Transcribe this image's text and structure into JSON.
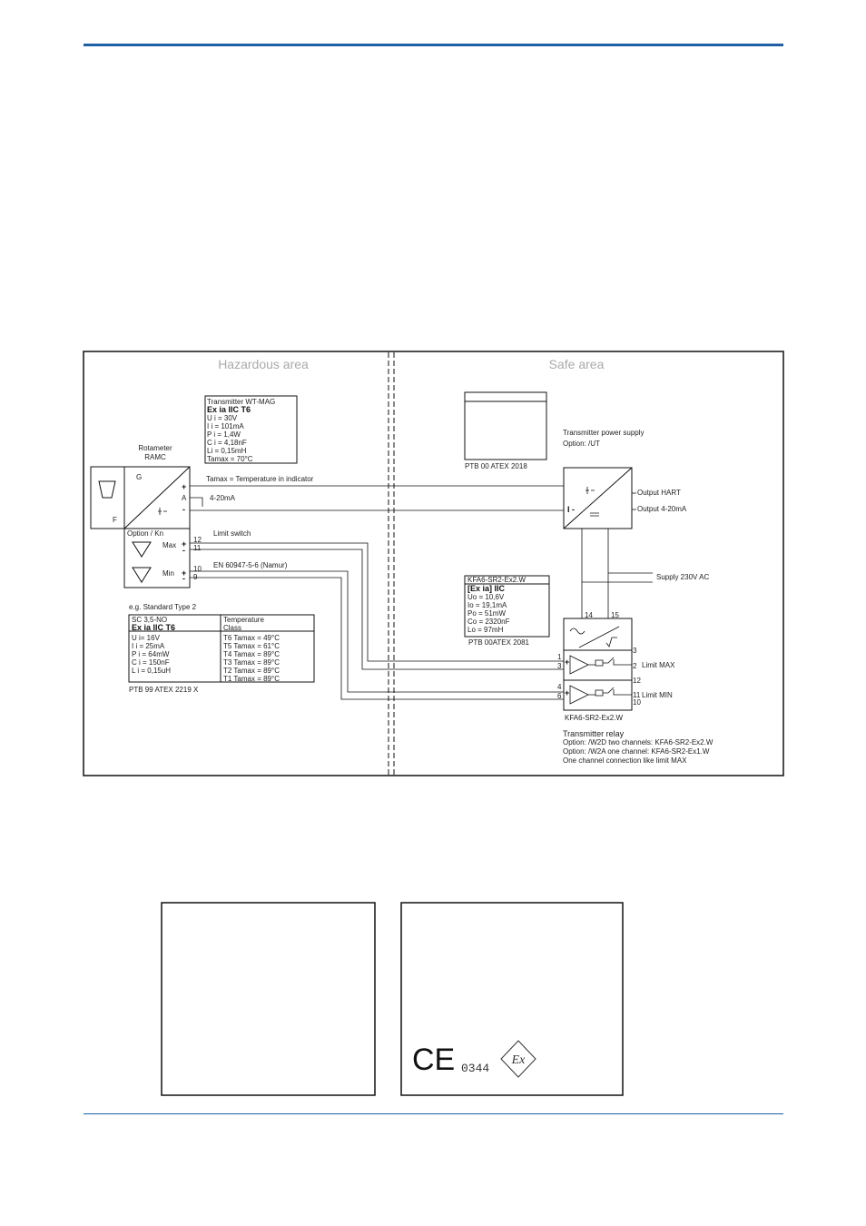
{
  "diagram": {
    "hazardous_area": "Hazardous area",
    "safe_area": "Safe area",
    "transmitter_box": [
      "Transmitter WT-MAG",
      "Ex  ia IIC T6",
      "U i = 30V",
      "I i = 101mA",
      "P i = 1,4W",
      "C i = 4,18nF",
      "Li = 0,15mH",
      "Tamax  = 70°C"
    ],
    "rotameter_label": [
      "Rotameter",
      "RAMC"
    ],
    "rotameter_g": "G",
    "rotameter_f": "F",
    "terminal_plus": "+",
    "terminal_a": "A",
    "terminal_minus": "-",
    "tamax_line": "Tamax = Temperature in indicator",
    "current_line": "4-20mA",
    "option_kn": "Option / Kn",
    "max_label": "Max",
    "min_label": "Min",
    "limit_switch": "Limit switch",
    "namur_line": "EN 60947-5-6 (Namur)",
    "switch_terminals": [
      "12",
      "11",
      "10",
      "9"
    ],
    "standard_type": "e.g. Standard Type 2",
    "sc_box": [
      "SC 3,5-NO",
      "Ex  ia IIC T6",
      "U i= 16V",
      "I i = 25mA",
      "P i = 64mW",
      "C i = 150nF",
      "L i = 0,15uH"
    ],
    "sc_ptb": "PTB 99 ATEX 2219 X",
    "temp_class_header": [
      "Temperature",
      "Class"
    ],
    "temp_classes": [
      "T6  Tamax =  49°C",
      "T5  Tamax =  61°C",
      "T4  Tamax =  89°C",
      "T3  Tamax =  89°C",
      "T2  Tamax =  89°C",
      "T1  Tamax =  89°C"
    ],
    "ptb_power": "PTB 00 ATEX 2018",
    "power_supply": [
      "Transmitter power supply",
      "Option: /UT"
    ],
    "power_symbol_i": "I -",
    "output_hart": "Output HART",
    "output_420": "Output 4-20mA",
    "supply": "Supply 230V AC",
    "kfa_box": [
      "KFA6-SR2-Ex2.W",
      "[Ex ia] IIC",
      "Uo = 10,6V",
      "Io = 19,1mA",
      "Po = 51mW",
      "Co = 2320nF",
      "Lo = 97mH"
    ],
    "kfa_ptb": "PTB 00ATEX 2081",
    "relay_terminals_top": [
      "14",
      "15"
    ],
    "relay_left_terminals": [
      "1",
      "3",
      "4",
      "6"
    ],
    "relay_right_terminals": [
      "3",
      "2",
      "12",
      "11",
      "10"
    ],
    "limit_max": "Limit MAX",
    "limit_min": "Limit MIN",
    "relay_model": "KFA6-SR2-Ex2.W",
    "relay_text": [
      "Transmitter relay",
      "Option:  /W2D two channels: KFA6-SR2-Ex2.W",
      "Option:  /W2A one channel: KFA6-SR2-Ex1.W",
      "One channel connection like limit MAX"
    ],
    "ce_mark": "CE",
    "notified_body": "0344",
    "ex_mark": "Ex"
  }
}
